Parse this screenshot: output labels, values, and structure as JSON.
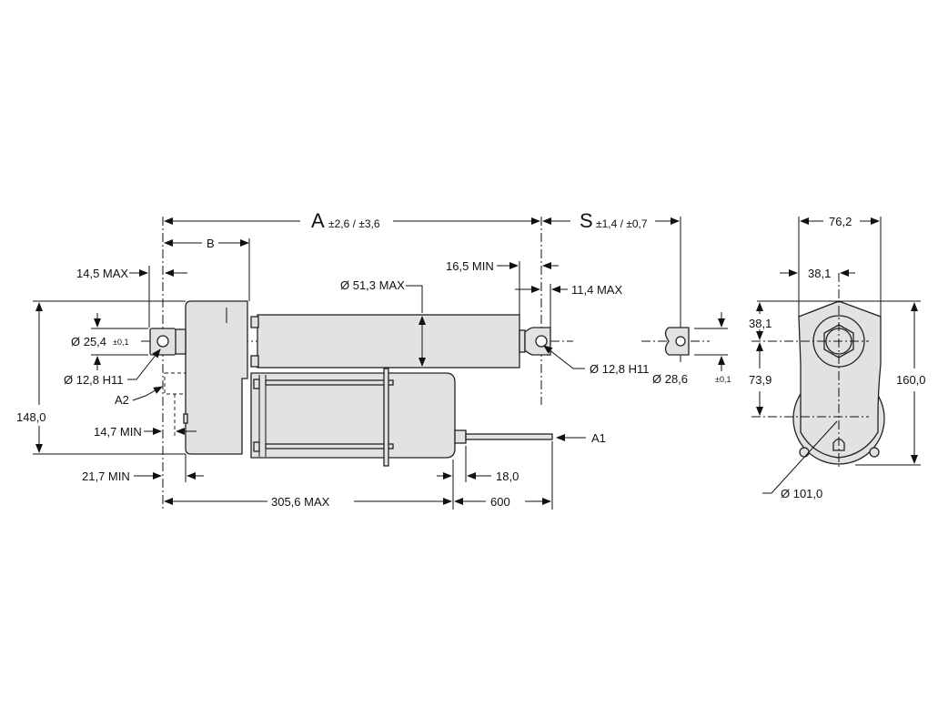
{
  "drawing": {
    "dim_a": {
      "letter": "A",
      "tolerance": "±2,6 / ±3,6"
    },
    "dim_s": {
      "letter": "S",
      "tolerance": "±1,4 / ±0,7"
    },
    "dim_b": "B",
    "rear_overhang": "14,5 MAX",
    "front_min": "16,5 MIN",
    "front_max": "11,4 MAX",
    "tube_diameter": "Ø 51,3 MAX",
    "rear_clevis_width": {
      "value": "Ø 25,4",
      "tolerance": "±0,1"
    },
    "rear_hole": "Ø 12,8 H11",
    "front_hole": "Ø 12,8 H11",
    "label_a2": "A2",
    "label_a1": "A1",
    "height_148": "148,0",
    "min_14_7": "14,7 MIN",
    "min_21_7": "21,7 MIN",
    "cable_18": "18,0",
    "overall_length": "305,6 MAX",
    "cable_length": "600",
    "rod_end_width": {
      "value": "Ø 28,6",
      "tolerance": "±0,1"
    },
    "end_width": "76,2",
    "end_half_width": "38,1",
    "end_axis_from_top": "38,1",
    "end_motor_offset": "73,9",
    "end_height": "160,0",
    "motor_diameter": "Ø 101,0"
  }
}
